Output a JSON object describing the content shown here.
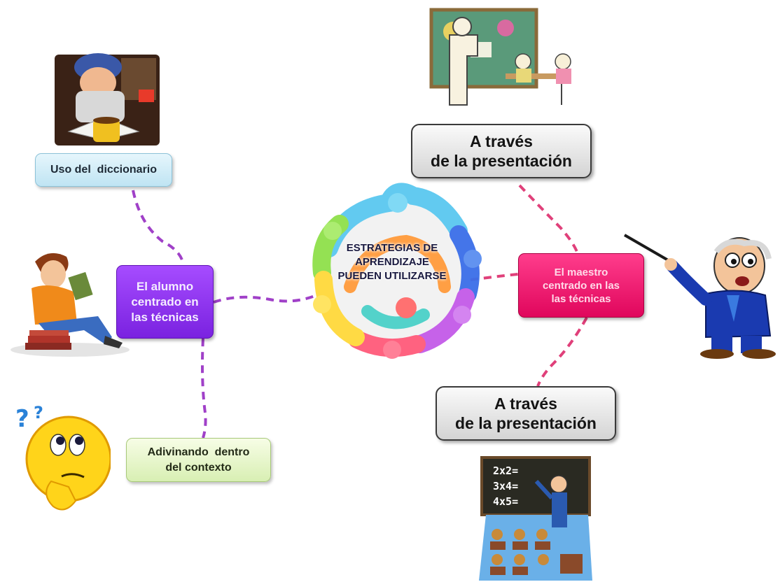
{
  "center": {
    "line1": "ESTRATEGIAS DE",
    "line2": "APRENDIZAJE",
    "line3": "PUEDEN UTILIZARSE"
  },
  "nodes": {
    "dictionary": {
      "text": "Uso del  diccionario"
    },
    "student": {
      "line1": "El alumno",
      "line2": "centrado en",
      "line3": "las técnicas"
    },
    "guessing": {
      "line1": "Adivinando  dentro",
      "line2": "del contexto"
    },
    "teacher": {
      "line1": "El maestro",
      "line2": "centrado en las",
      "line3": "las técnicas"
    },
    "presentation_top": {
      "line1": "A través",
      "line2": "de la presentación"
    },
    "presentation_bottom": {
      "line1": "A través",
      "line2": "de la presentación"
    }
  },
  "board": {
    "line1": "2x2=",
    "line2": "3x4=",
    "line3": "4x5="
  },
  "colors": {
    "connector_student_side": "#a040c8",
    "connector_teacher_side": "#e0407a",
    "student_node": "#8a2be2",
    "teacher_node": "#f0177a",
    "dictionary_node": "#cdeaf6",
    "guessing_node": "#e6f5cc",
    "presentation_node": "#e4e4e4"
  }
}
